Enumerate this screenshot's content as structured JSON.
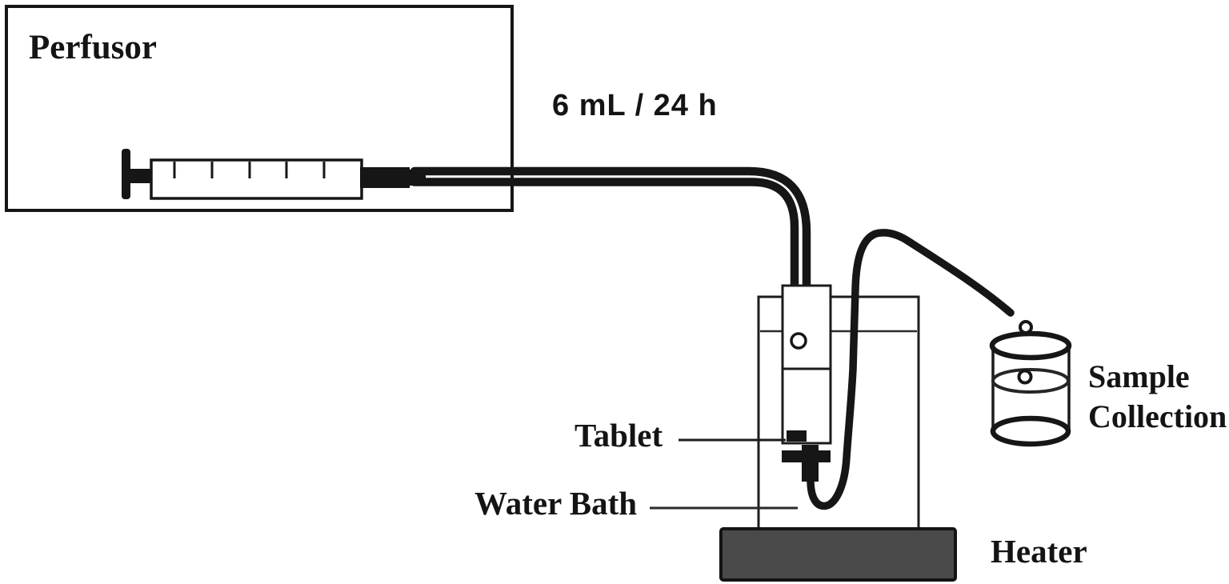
{
  "figure": {
    "type": "laboratory-apparatus-diagram",
    "labels": {
      "perfusor": "Perfusor",
      "flow_rate": "6 mL / 24 h",
      "tablet": "Tablet",
      "water_bath": "Water Bath",
      "heater": "Heater",
      "sample_collection_line1": "Sample",
      "sample_collection_line2": "Collection"
    },
    "components": [
      "perfusor-box",
      "syringe",
      "inflow-tube",
      "flow-through-cell",
      "vent-hole",
      "tablet",
      "stirrer-cross",
      "water-bath-vessel",
      "water-level-line",
      "outflow-tube",
      "heater-plate",
      "sample-collection-container"
    ],
    "colors": {
      "ink": "#161616",
      "heater_fill": "#4a4a4a",
      "background": "#ffffff"
    }
  }
}
